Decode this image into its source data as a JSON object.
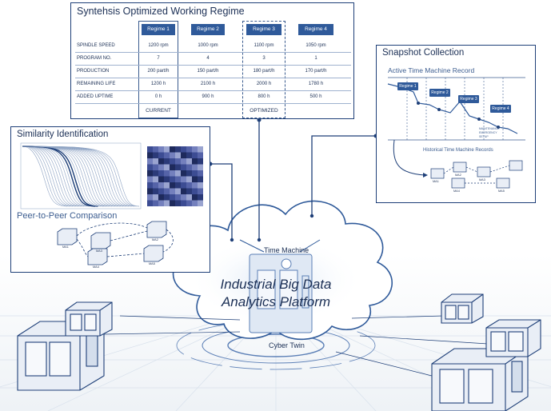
{
  "regime_panel": {
    "title": "Syntehsis Optimized Working Regime",
    "headers": [
      "Regime 1",
      "Regime 2",
      "Regime 3",
      "Regime 4"
    ],
    "rows": [
      {
        "label": "SPINDLE SPEED",
        "values": [
          "1200 rpm",
          "1000 rpm",
          "1100 rpm",
          "1050 rpm"
        ]
      },
      {
        "label": "PROGRAM NO.",
        "values": [
          "7",
          "4",
          "3",
          "1"
        ]
      },
      {
        "label": "PRODUCTION",
        "values": [
          "200 part/h",
          "150 part/h",
          "180 part/h",
          "170 part/h"
        ]
      },
      {
        "label": "REMAINING LIFE",
        "values": [
          "1200 h",
          "2100 h",
          "2000 h",
          "1780 h"
        ]
      },
      {
        "label": "ADDED UPTIME",
        "values": [
          "0 h",
          "900 h",
          "800 h",
          "500 h"
        ]
      }
    ],
    "current_label": "CURRENT",
    "optimized_label": "OPTIMIZED"
  },
  "snapshot_panel": {
    "title": "Snapshot Collection",
    "active_title": "Active Time Machine Record",
    "regimes": [
      "Regime 1",
      "Regime 2",
      "Regime 3",
      "Regime 4"
    ],
    "historical_title": "Historical Time Machine Records",
    "tiny_legend": [
      "MAINTENANCE",
      "EMERGENCY",
      "SETUP"
    ],
    "machine_labels": [
      "MA1",
      "MA2",
      "MA3",
      "MA4",
      "MA5"
    ]
  },
  "similarity_panel": {
    "title": "Similarity Identification",
    "peer_title": "Peer-to-Peer Comparison",
    "machine_labels": [
      "MA1",
      "MA2",
      "MA3",
      "MA4",
      "MA5"
    ]
  },
  "platform": {
    "title_line1": "Industrial Big Data",
    "title_line2": "Analytics Platform",
    "time_machine": "Time Machine",
    "cyber_twin": "Cyber Twin"
  },
  "colors": {
    "navy": "#1e3f78",
    "header_blue": "#2f5a9a",
    "line": "#3b5c8f",
    "floor": "#dbe4ee"
  }
}
